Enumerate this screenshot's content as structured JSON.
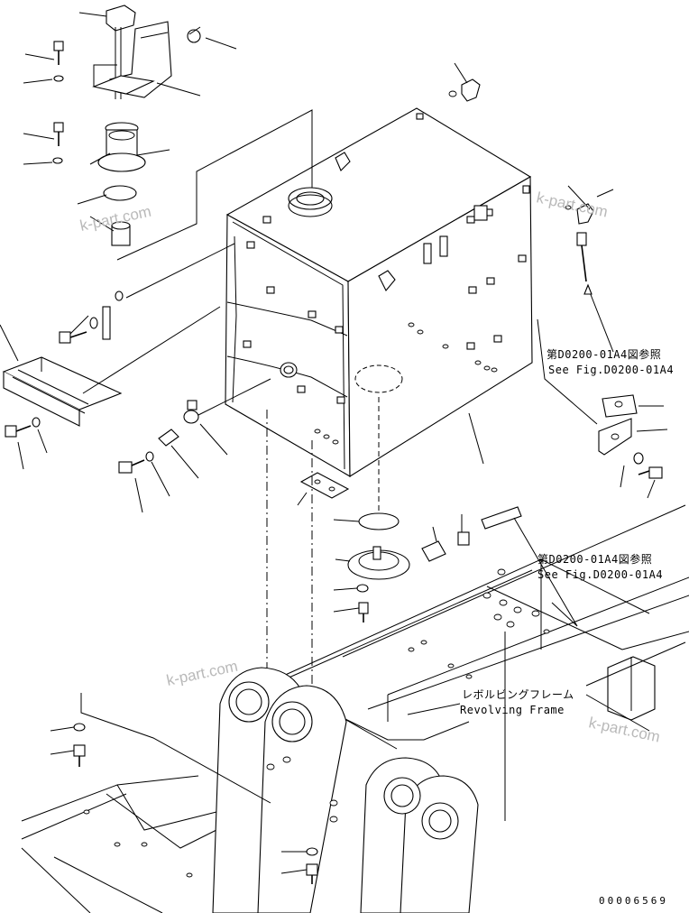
{
  "references": [
    {
      "jp": "第D0200-01A4図参照",
      "en": "See Fig.D0200-01A4"
    },
    {
      "jp": "第D0200-01A4図参照",
      "en": "See Fig.D0200-01A4"
    }
  ],
  "frame_label": {
    "jp": "レボルビングフレーム",
    "en": "Revolving Frame"
  },
  "watermarks": [
    "k-part.com",
    "k-part.com",
    "k-part.com",
    "k-part.com"
  ],
  "drawing_code": "00006569"
}
